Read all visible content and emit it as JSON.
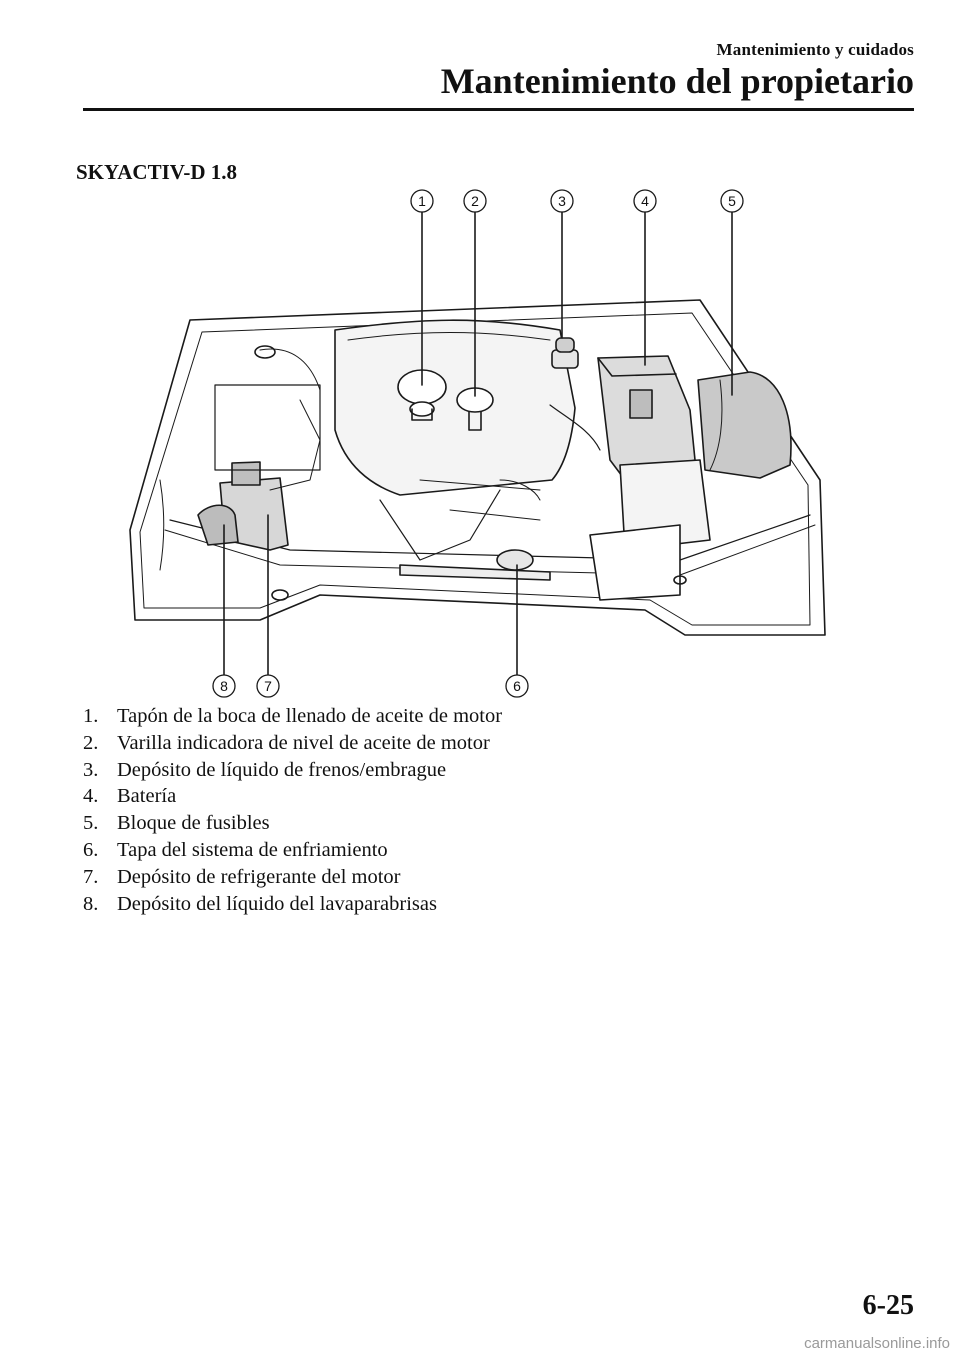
{
  "header": {
    "section": "Mantenimiento y cuidados",
    "chapter": "Mantenimiento del propietario"
  },
  "engine_title": "SKYACTIV-D 1.8",
  "callouts": [
    "1",
    "2",
    "3",
    "4",
    "5",
    "6",
    "7",
    "8"
  ],
  "legend": [
    {
      "num": "1.",
      "text": "Tapón de la boca de llenado de aceite de motor"
    },
    {
      "num": "2.",
      "text": "Varilla indicadora de nivel de aceite de motor"
    },
    {
      "num": "3.",
      "text": "Depósito de líquido de frenos/embrague"
    },
    {
      "num": "4.",
      "text": "Batería"
    },
    {
      "num": "5.",
      "text": "Bloque de fusibles"
    },
    {
      "num": "6.",
      "text": "Tapa del sistema de enfriamiento"
    },
    {
      "num": "7.",
      "text": "Depósito de refrigerante del motor"
    },
    {
      "num": "8.",
      "text": "Depósito del líquido del lavaparabrisas"
    }
  ],
  "page_number": "6-25",
  "watermark": "carmanualsonline.info"
}
